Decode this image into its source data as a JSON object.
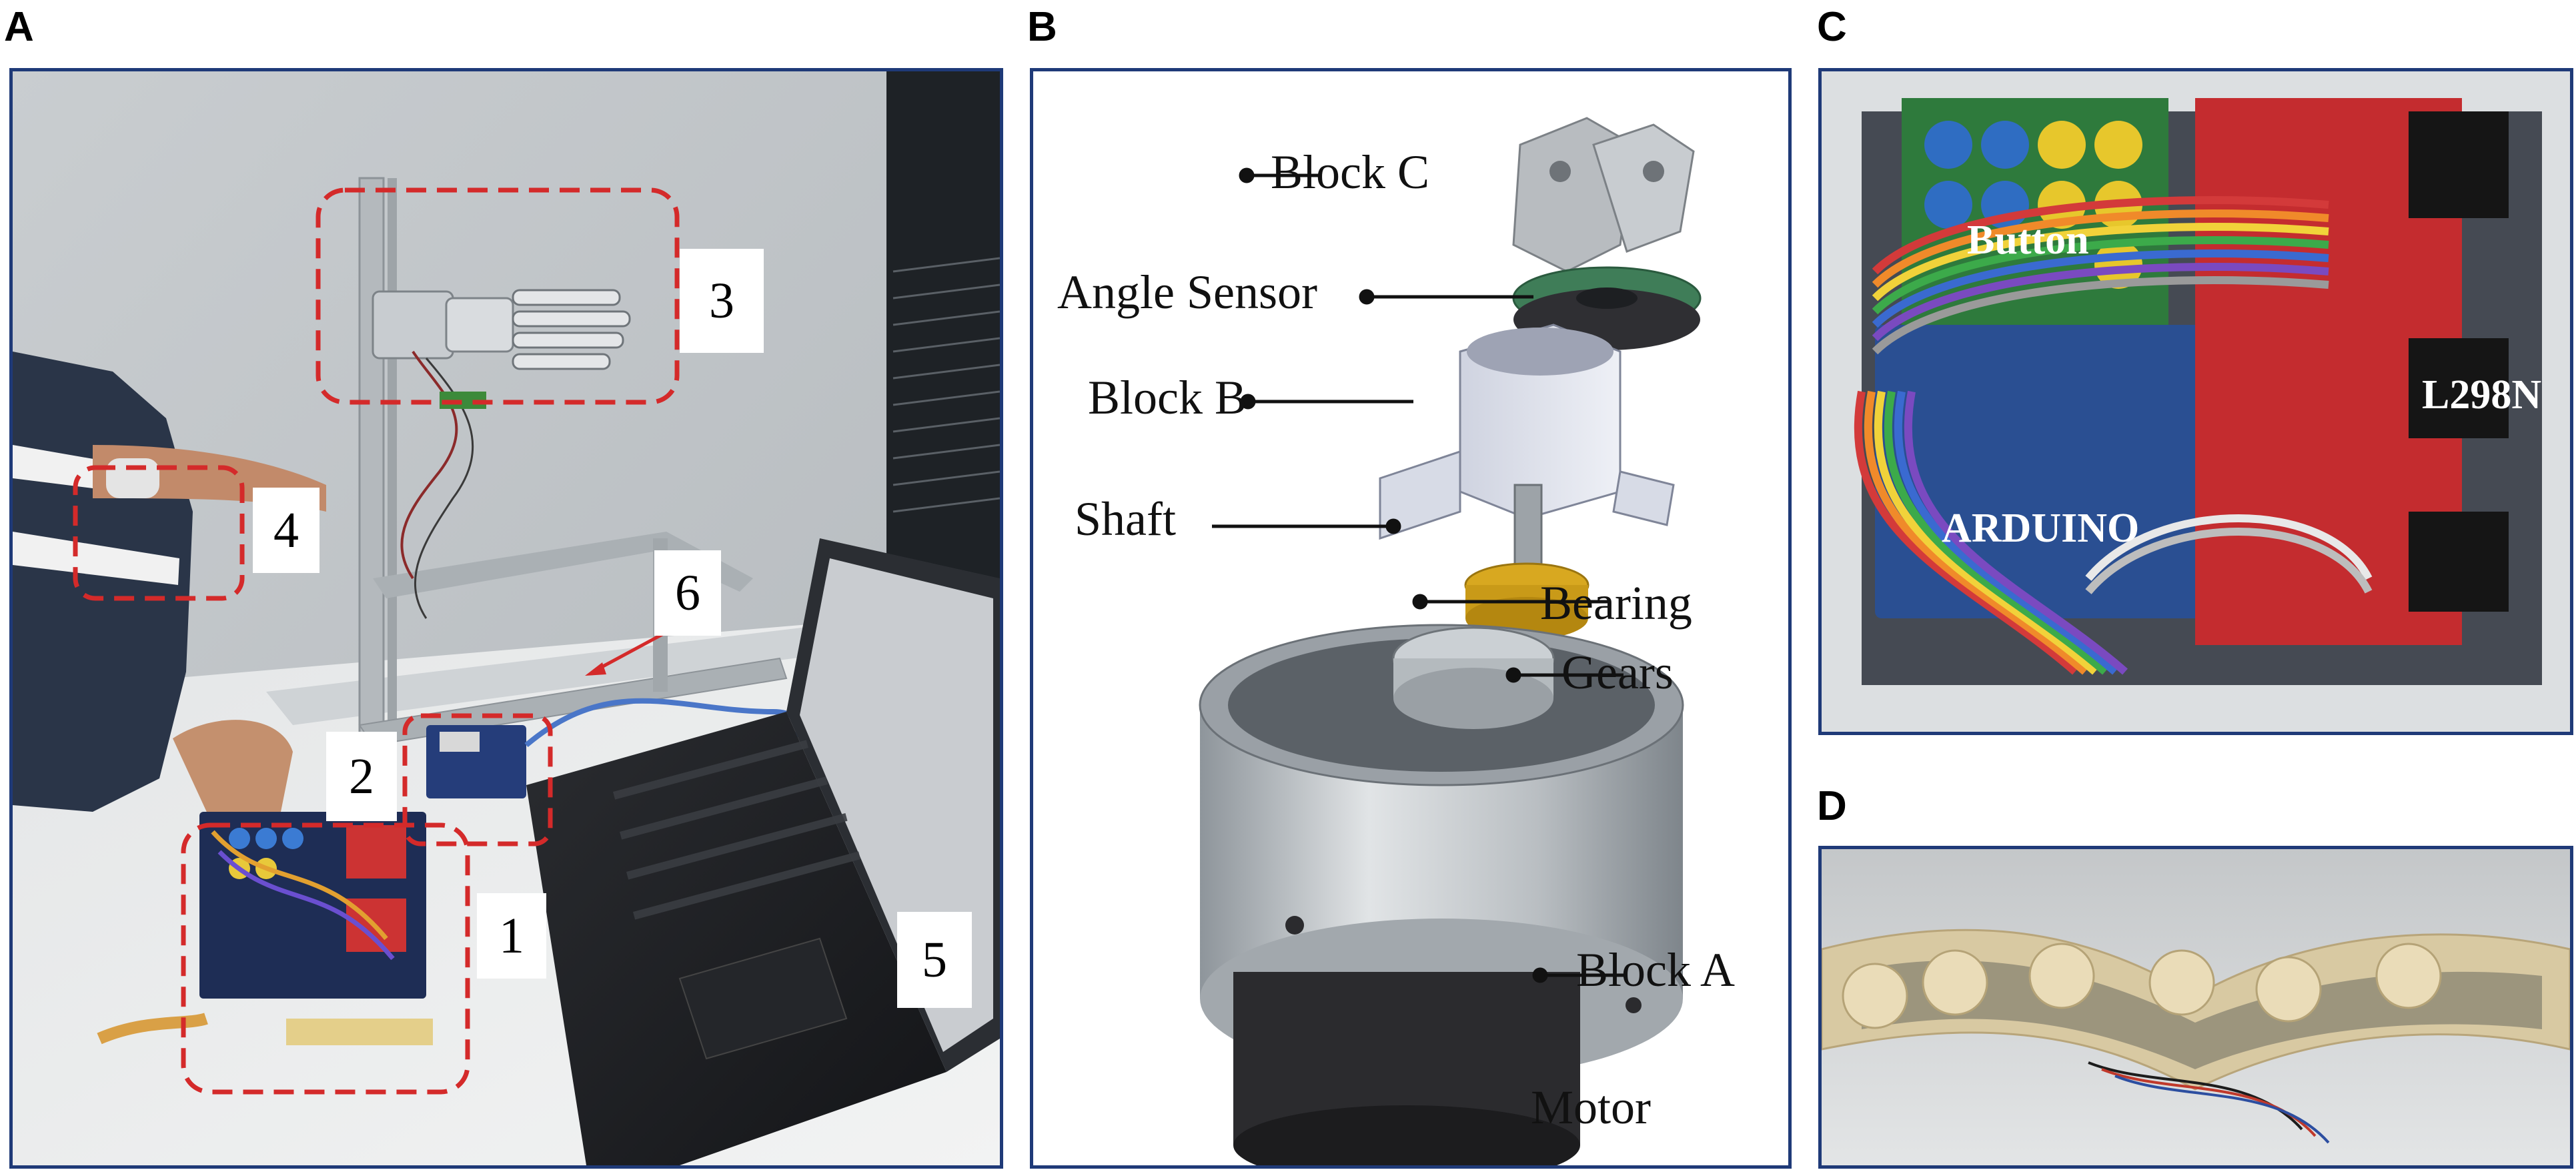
{
  "panels": {
    "a": {
      "letter": "A",
      "markers": [
        "1",
        "2",
        "3",
        "4",
        "5",
        "6"
      ]
    },
    "b": {
      "letter": "B",
      "labels": {
        "block_c": "Block C",
        "angle_sensor": "Angle Sensor",
        "block_b": "Block B",
        "shaft": "Shaft",
        "bearing": "Bearing",
        "gears": "Gears",
        "block_a": "Block A",
        "motor": "Motor"
      }
    },
    "c": {
      "letter": "C",
      "labels": {
        "button": "Button",
        "l298n": "L298N",
        "arduino": "ARDUINO"
      }
    },
    "d": {
      "letter": "D"
    }
  },
  "colors": {
    "frame": "#1f3a78",
    "dashed": "#d42a2a",
    "leader": "#111111"
  }
}
